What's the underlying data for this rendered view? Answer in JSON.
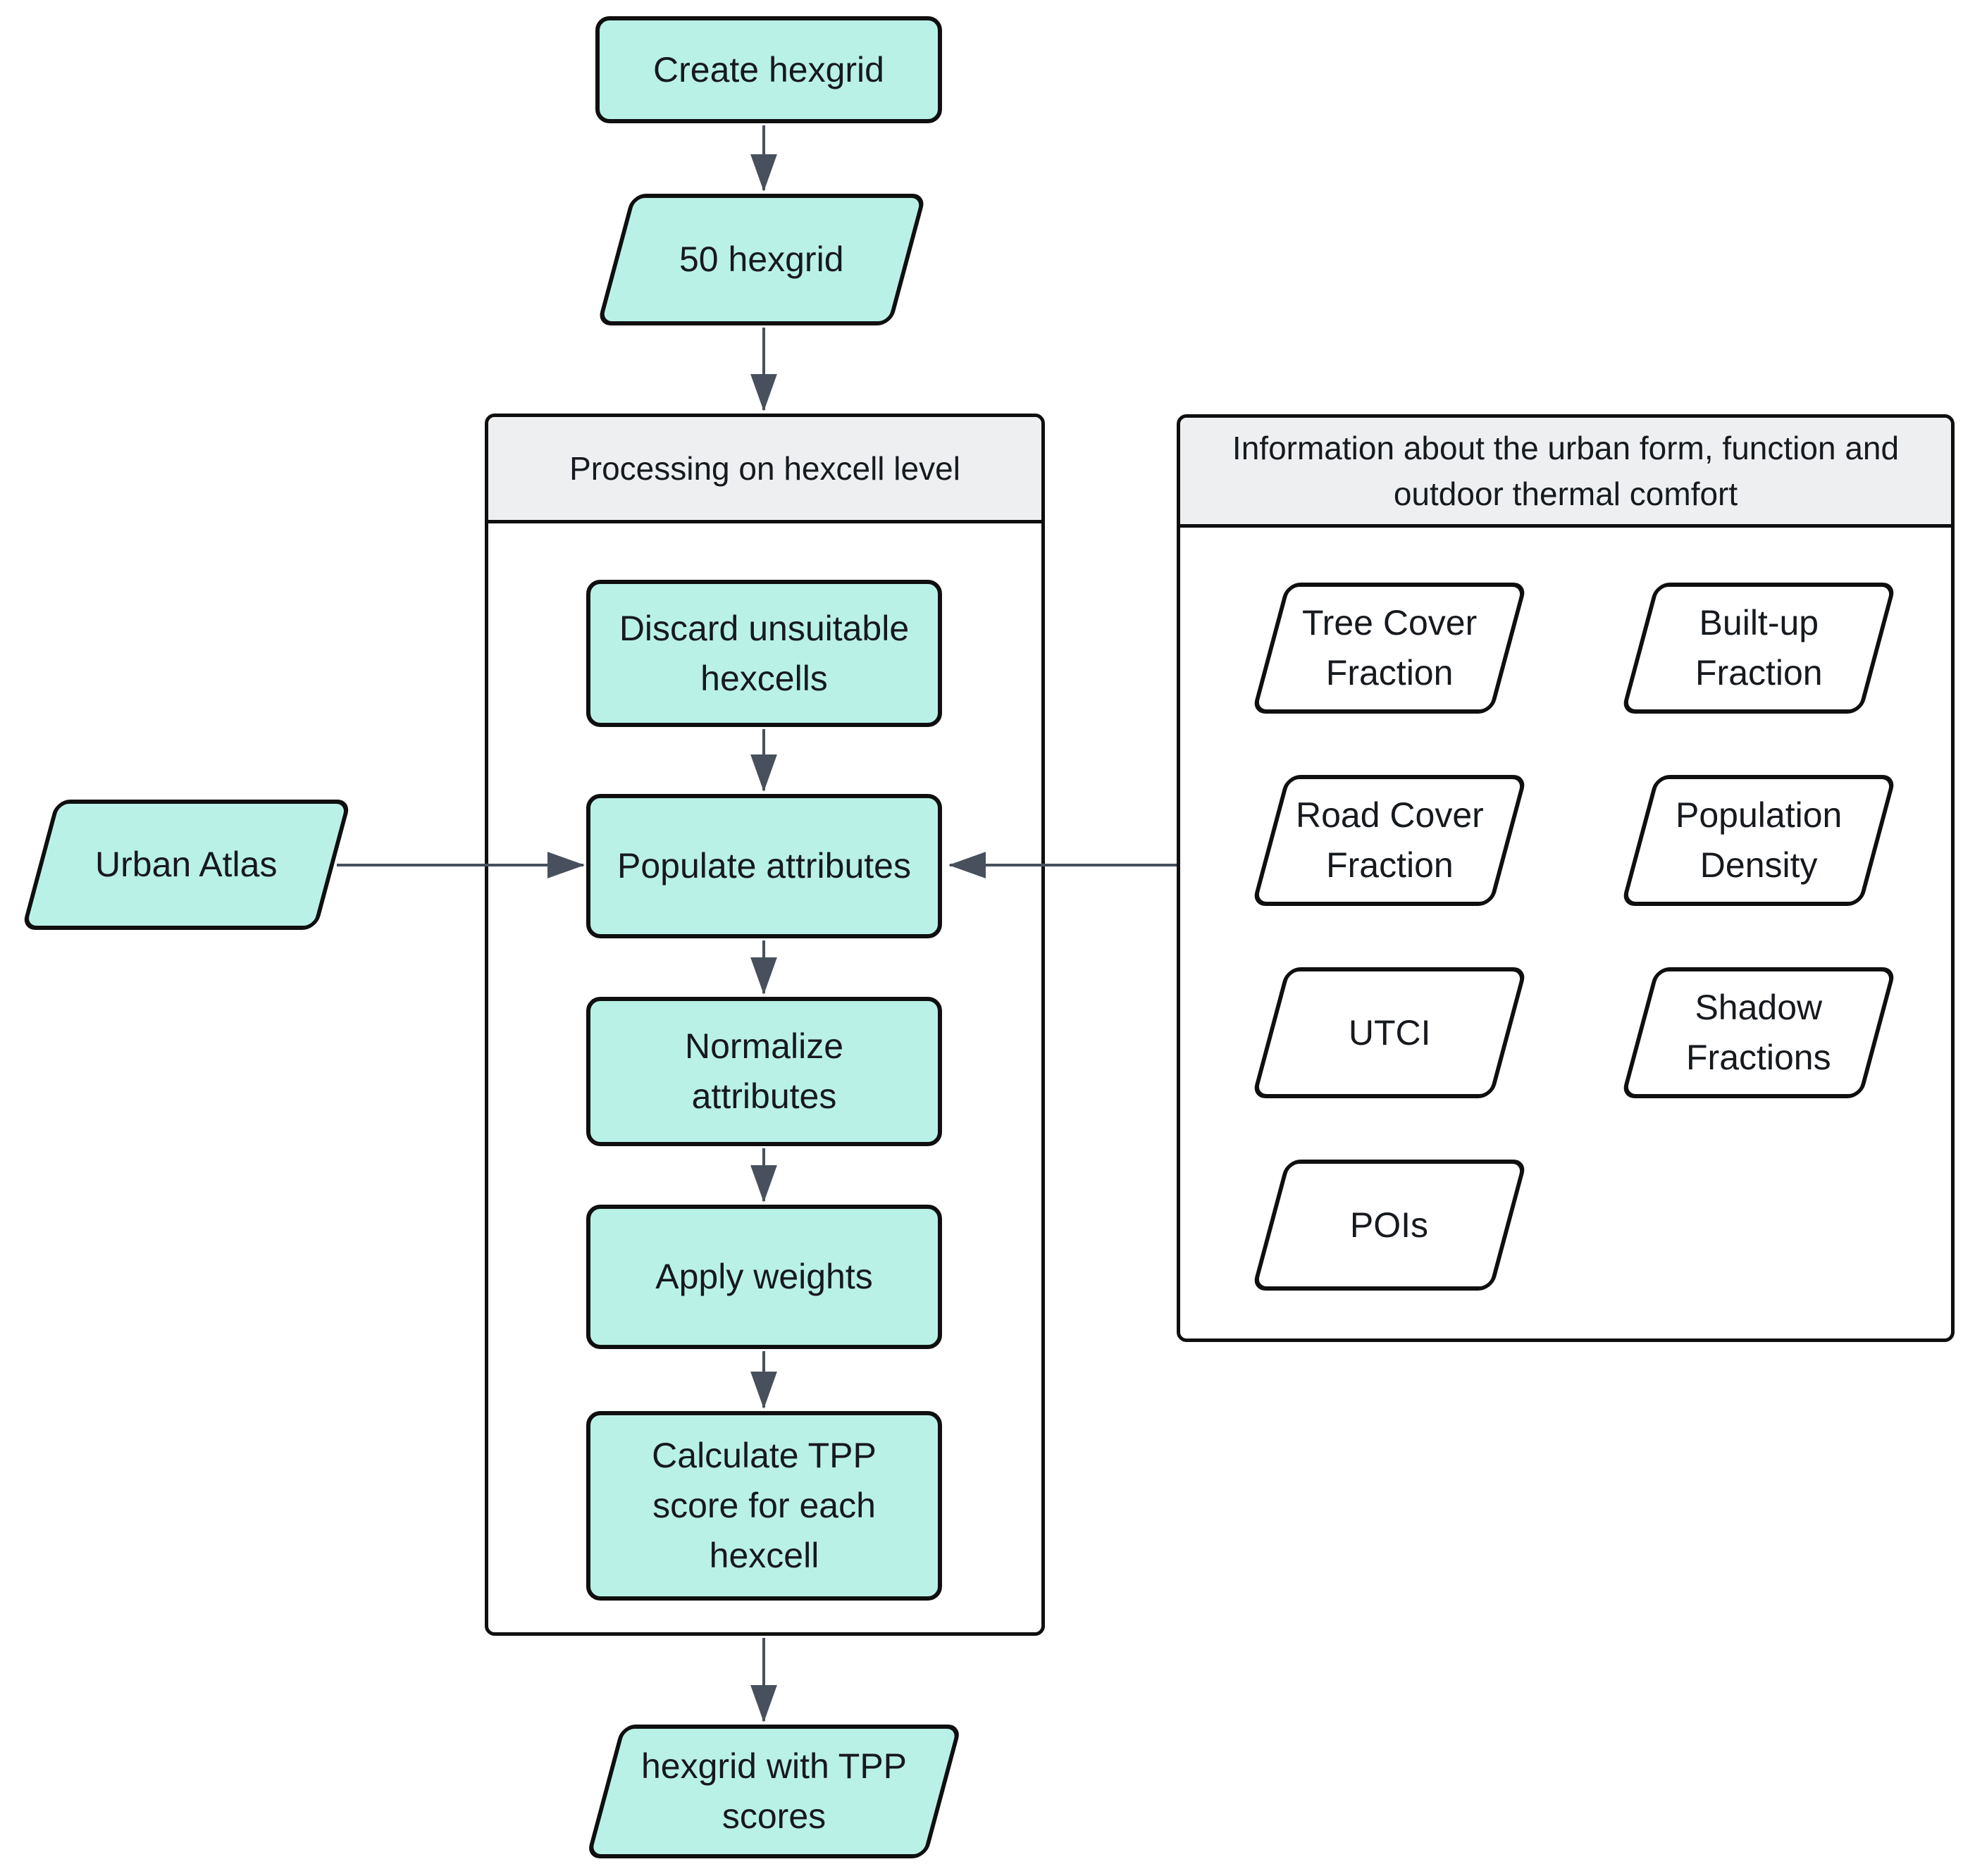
{
  "diagram": {
    "title_hint": "TPP hexgrid processing flowchart",
    "colors": {
      "node_fill_teal": "#b9f1e7",
      "shape_fill_white": "#ffffff",
      "container_header_gray": "#edeff1",
      "border_black": "#0f0f0f",
      "arrow_slate": "#47505c",
      "text": "#16191d",
      "page_background": "#ffffff"
    },
    "nodes": {
      "create_hexgrid": {
        "label": "Create hexgrid",
        "shape": "rounded-rect",
        "fill": "teal"
      },
      "hexgrid_50": {
        "label": "50 hexgrid",
        "shape": "parallelogram",
        "fill": "teal"
      },
      "discard_hexcells": {
        "label": "Discard unsuitable\nhexcells",
        "shape": "rounded-rect",
        "fill": "teal"
      },
      "populate_attributes": {
        "label": "Populate attributes",
        "shape": "rounded-rect",
        "fill": "teal"
      },
      "normalize_attributes": {
        "label": "Normalize\nattributes",
        "shape": "rounded-rect",
        "fill": "teal"
      },
      "apply_weights": {
        "label": "Apply weights",
        "shape": "rounded-rect",
        "fill": "teal"
      },
      "calculate_tpp": {
        "label": "Calculate TPP\nscore for each\nhexcell",
        "shape": "rounded-rect",
        "fill": "teal"
      },
      "urban_atlas": {
        "label": "Urban Atlas",
        "shape": "parallelogram",
        "fill": "teal"
      },
      "hexgrid_with_tpp": {
        "label": "hexgrid with TPP\nscores",
        "shape": "parallelogram",
        "fill": "teal"
      },
      "tree_cover_fraction": {
        "label": "Tree Cover\nFraction",
        "shape": "parallelogram",
        "fill": "white"
      },
      "built_up_fraction": {
        "label": "Built-up\nFraction",
        "shape": "parallelogram",
        "fill": "white"
      },
      "road_cover_fraction": {
        "label": "Road Cover\nFraction",
        "shape": "parallelogram",
        "fill": "white"
      },
      "population_density": {
        "label": "Population\nDensity",
        "shape": "parallelogram",
        "fill": "white"
      },
      "utci": {
        "label": "UTCI",
        "shape": "parallelogram",
        "fill": "white"
      },
      "shadow_fractions": {
        "label": "Shadow\nFractions",
        "shape": "parallelogram",
        "fill": "white"
      },
      "pois": {
        "label": "POIs",
        "shape": "parallelogram",
        "fill": "white"
      }
    },
    "containers": {
      "processing": {
        "title": "Processing on hexcell level"
      },
      "information": {
        "title": "Information about the urban form, function and\noutdoor thermal comfort"
      }
    },
    "edges": [
      {
        "from": "create_hexgrid",
        "to": "hexgrid_50"
      },
      {
        "from": "hexgrid_50",
        "to": "processing_container"
      },
      {
        "from": "discard_hexcells",
        "to": "populate_attributes"
      },
      {
        "from": "populate_attributes",
        "to": "normalize_attributes"
      },
      {
        "from": "normalize_attributes",
        "to": "apply_weights"
      },
      {
        "from": "apply_weights",
        "to": "calculate_tpp"
      },
      {
        "from": "processing_container",
        "to": "hexgrid_with_tpp"
      },
      {
        "from": "urban_atlas",
        "to": "populate_attributes"
      },
      {
        "from": "information_container",
        "to": "populate_attributes"
      }
    ]
  }
}
